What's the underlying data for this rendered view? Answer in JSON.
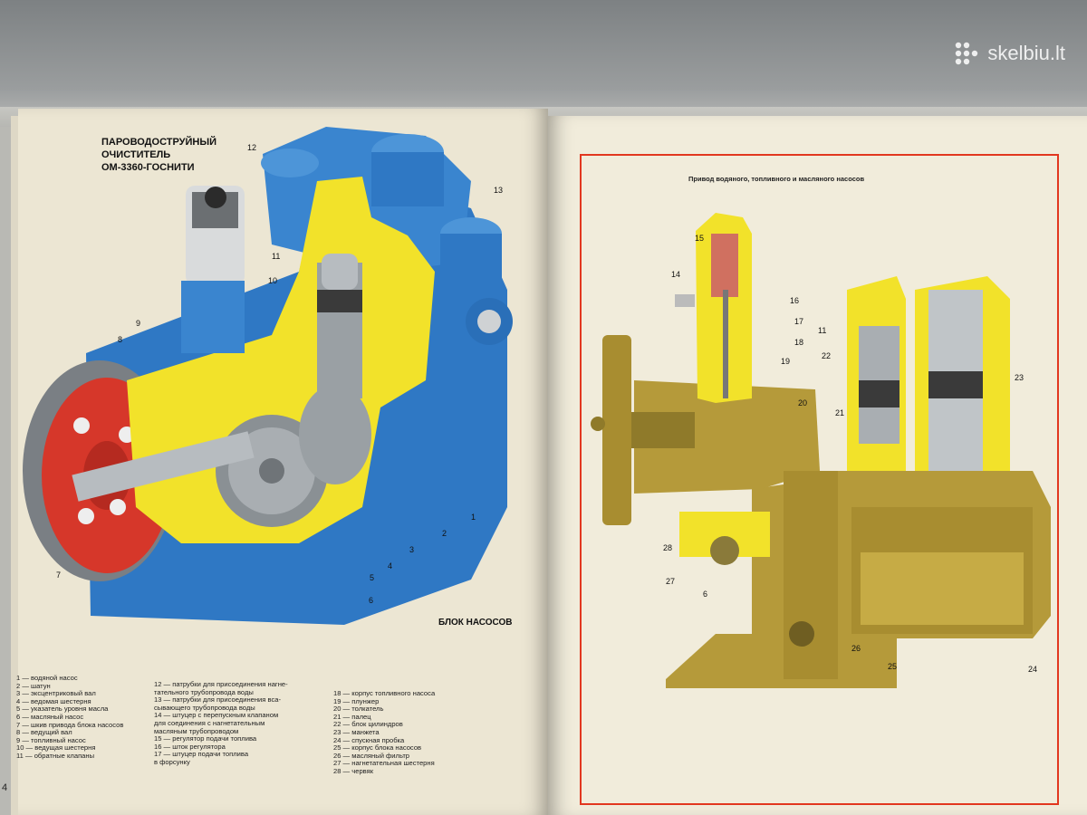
{
  "watermark": {
    "text": "skelbiu.lt"
  },
  "left_page": {
    "title_lines": [
      "ПАРОВОДОСТРУЙНЫЙ",
      "ОЧИСТИТЕЛЬ",
      "ОМ-3360-ГОСНИТИ"
    ],
    "caption": "БЛОК НАСОСОВ",
    "page_number": "4",
    "callouts": [
      "12",
      "13",
      "11",
      "10",
      "9",
      "8",
      "7",
      "6",
      "5",
      "4",
      "3",
      "2",
      "1"
    ]
  },
  "right_page": {
    "title": "Привод водяного, топливного и масляного насосов",
    "callouts": [
      "15",
      "14",
      "16",
      "17",
      "18",
      "19",
      "20",
      "11",
      "22",
      "23",
      "21",
      "28",
      "27",
      "6",
      "26",
      "25",
      "24"
    ]
  },
  "legend": {
    "col1": [
      "1 — водяной насос",
      "2 — шатун",
      "3 — эксцентриковый вал",
      "4 — ведомая шестерня",
      "5 — указатель уровня масла",
      "6 — масляный насос",
      "7 — шкив привода блока насосов",
      "8 — ведущий вал",
      "9 — топливный насос",
      "10 — ведущая шестерня",
      "11 — обратные клапаны"
    ],
    "col2": [
      "12 — патрубки для присоединения нагне-",
      "тательного трубопровода воды",
      "13 — патрубки для присоединения вса-",
      "сывающего трубопровода воды",
      "14 — штуцер с перепускным клапаном",
      "для соединения с нагнетательным",
      "масляным трубопроводом",
      "15 — регулятор подачи топлива",
      "16 — шток регулятора",
      "17 — штуцер подачи топлива",
      "в форсунку"
    ],
    "col3": [
      "18 — корпус топливного насоса",
      "19 — плунжер",
      "20 — толкатель",
      "21 — палец",
      "22 — блок цилиндров",
      "23 — манжета",
      "24 — спускная пробка",
      "25 — корпус блока насосов",
      "26 — масляный фильтр",
      "27 — нагнетательная шестерня",
      "28 — червяк"
    ]
  },
  "colors": {
    "blue": "#2f78c4",
    "yellow": "#f2e22a",
    "red": "#d6372a",
    "olive": "#b59a3a",
    "frame": "#e2371f"
  }
}
